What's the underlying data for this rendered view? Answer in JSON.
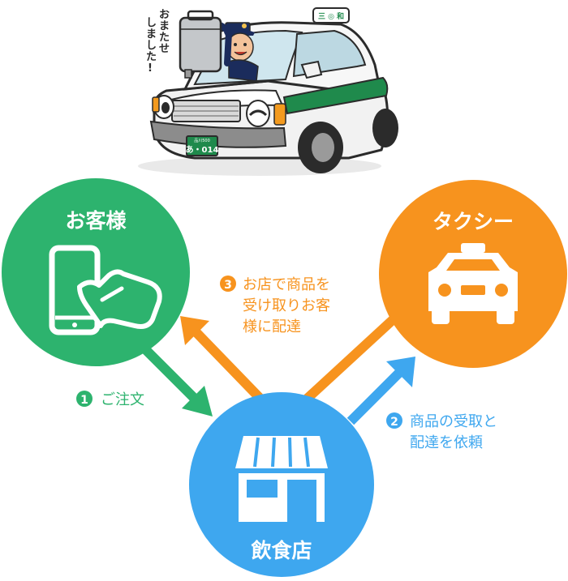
{
  "illustration": {
    "speech": "おまたせしました!",
    "speech_lines": [
      "おまたせ",
      "しました!"
    ],
    "roof_sign": "三 ◎ 和",
    "plate_top": "品川500",
    "plate_main": "あ・014",
    "icon": "taxi-driver-illustration"
  },
  "nodes": {
    "customer": {
      "label": "お客様",
      "color": "#2db36e",
      "icon": "smartphone-tap-icon"
    },
    "taxi": {
      "label": "タクシー",
      "color": "#f7931e",
      "icon": "taxi-icon"
    },
    "restaurant": {
      "label": "飲食店",
      "color": "#3ea7ef",
      "icon": "storefront-icon"
    }
  },
  "steps": {
    "order": {
      "number": "1",
      "lines": [
        "ご注文"
      ],
      "color": "#2db36e"
    },
    "request": {
      "number": "2",
      "lines": [
        "商品の受取と",
        "配達を依頼"
      ],
      "color": "#3ea7ef"
    },
    "deliver": {
      "number": "3",
      "lines": [
        "お店で商品を",
        "受け取りお客",
        "様に配達"
      ],
      "color": "#f7931e"
    }
  }
}
